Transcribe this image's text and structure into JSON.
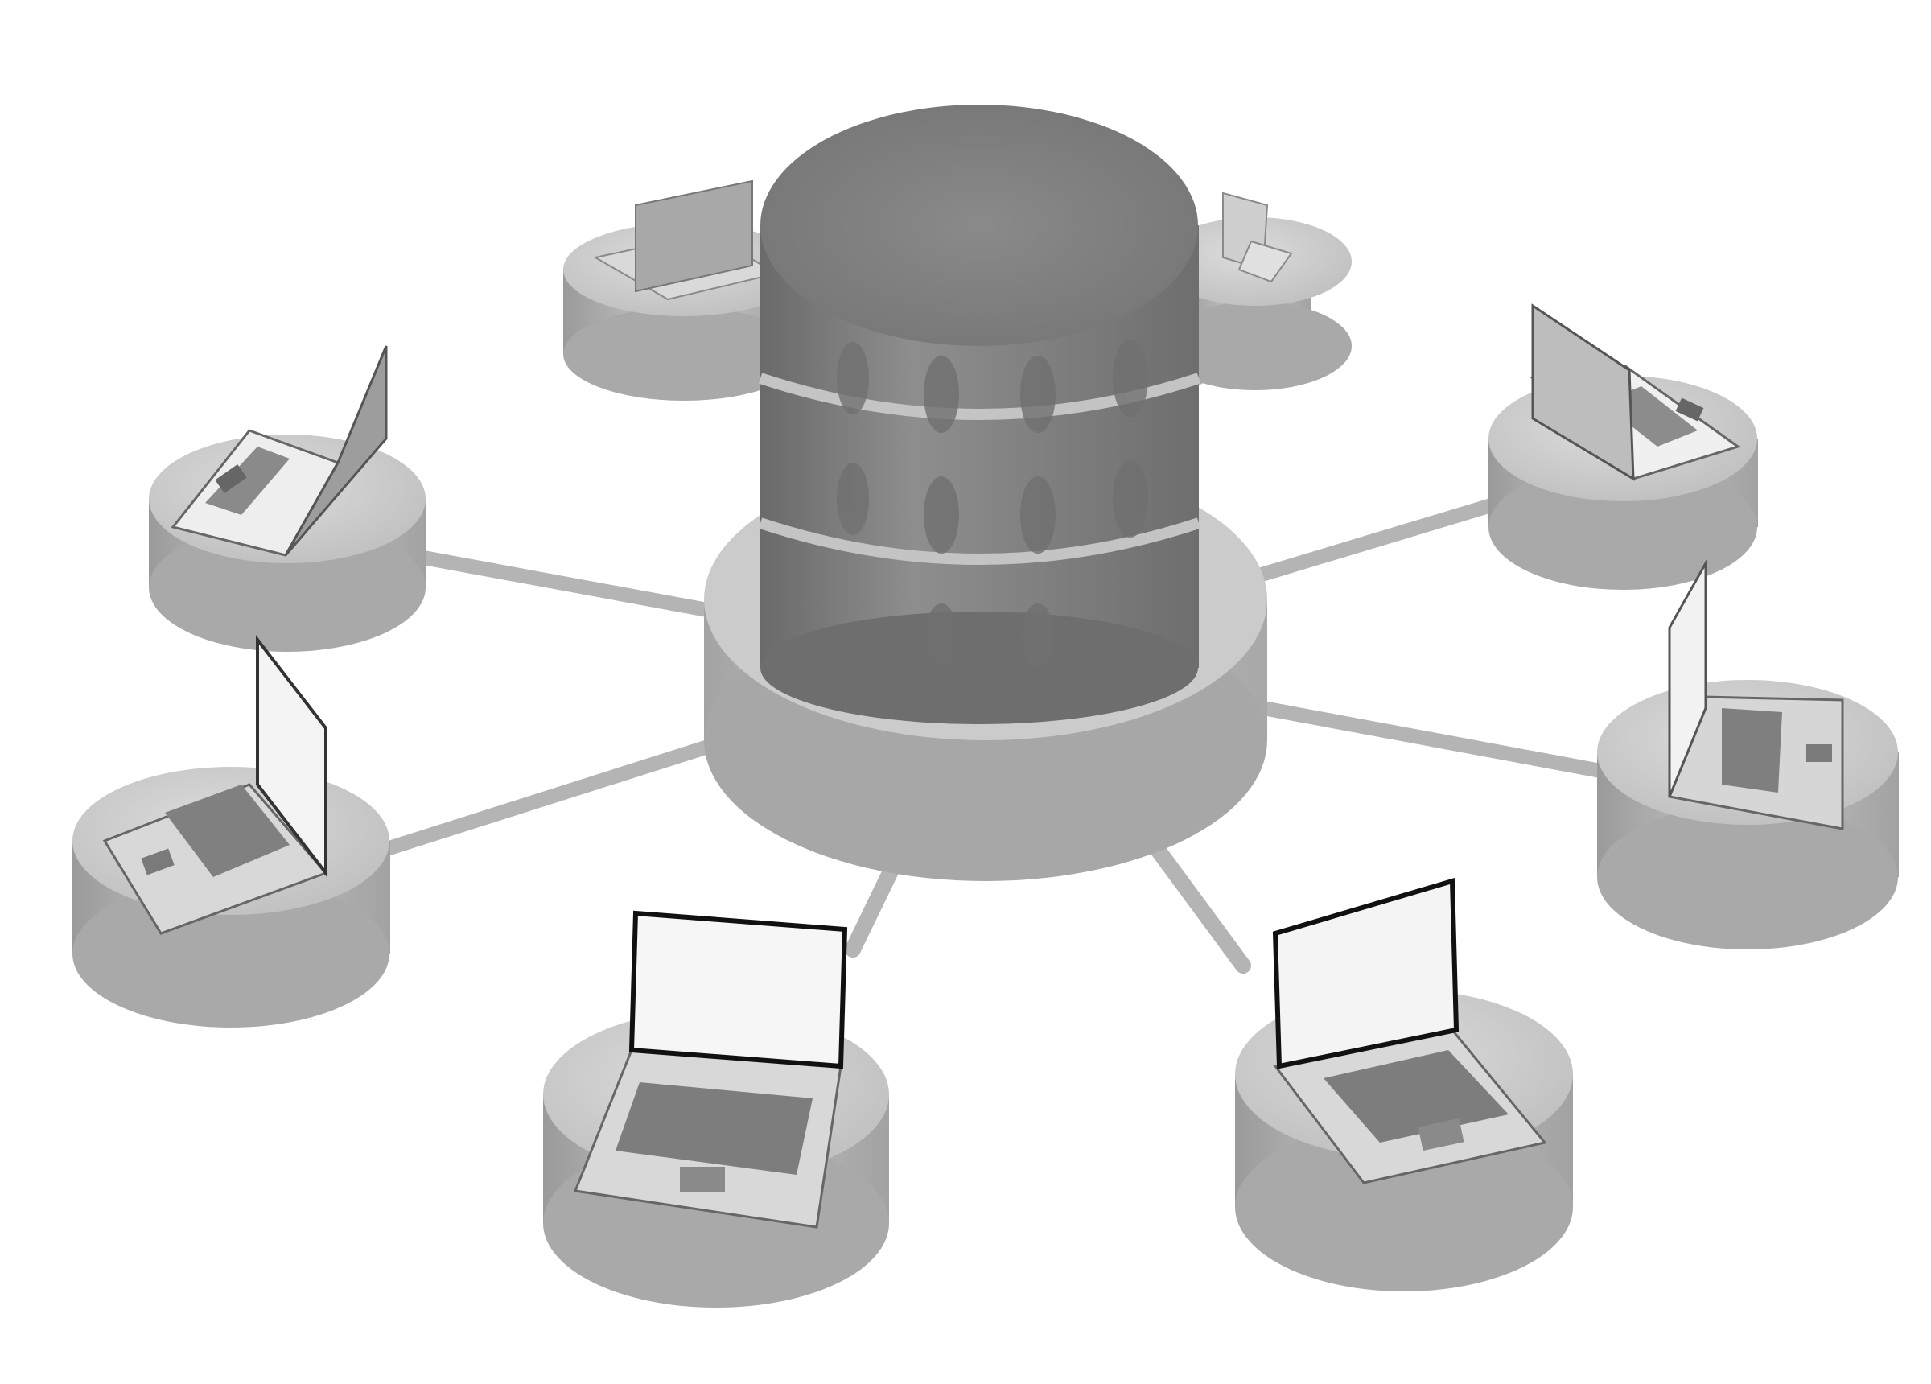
{
  "diagram": {
    "hub": {
      "icon": "database-icon",
      "platter_count": 3
    },
    "links": [
      {
        "from": "database-hub",
        "to": "laptop-node-back-left"
      },
      {
        "from": "database-hub",
        "to": "laptop-node-back-right"
      },
      {
        "from": "database-hub",
        "to": "laptop-node-left-upper"
      },
      {
        "from": "database-hub",
        "to": "laptop-node-right-upper"
      },
      {
        "from": "database-hub",
        "to": "laptop-node-left-lower"
      },
      {
        "from": "database-hub",
        "to": "laptop-node-right-lower"
      },
      {
        "from": "database-hub",
        "to": "laptop-node-front-left"
      },
      {
        "from": "database-hub",
        "to": "laptop-node-front-right"
      }
    ],
    "nodes": [
      {
        "id": "laptop-node-back-left",
        "icon": "laptop-icon"
      },
      {
        "id": "laptop-node-back-right",
        "icon": "laptop-icon"
      },
      {
        "id": "laptop-node-left-upper",
        "icon": "laptop-icon"
      },
      {
        "id": "laptop-node-right-upper",
        "icon": "laptop-icon"
      },
      {
        "id": "laptop-node-left-lower",
        "icon": "laptop-icon"
      },
      {
        "id": "laptop-node-right-lower",
        "icon": "laptop-icon"
      },
      {
        "id": "laptop-node-front-left",
        "icon": "laptop-icon"
      },
      {
        "id": "laptop-node-front-right",
        "icon": "laptop-icon"
      }
    ],
    "colors": {
      "background": "#ffffff",
      "pedestal": "#b9b9b9",
      "pedestal_top": "#d4d4d4",
      "database": "#7c7c7c",
      "connector": "#b4b4b4",
      "laptop_body": "#d9d9d9",
      "screen": "#f4f4f4",
      "keyboard": "#7a7a7a"
    }
  }
}
